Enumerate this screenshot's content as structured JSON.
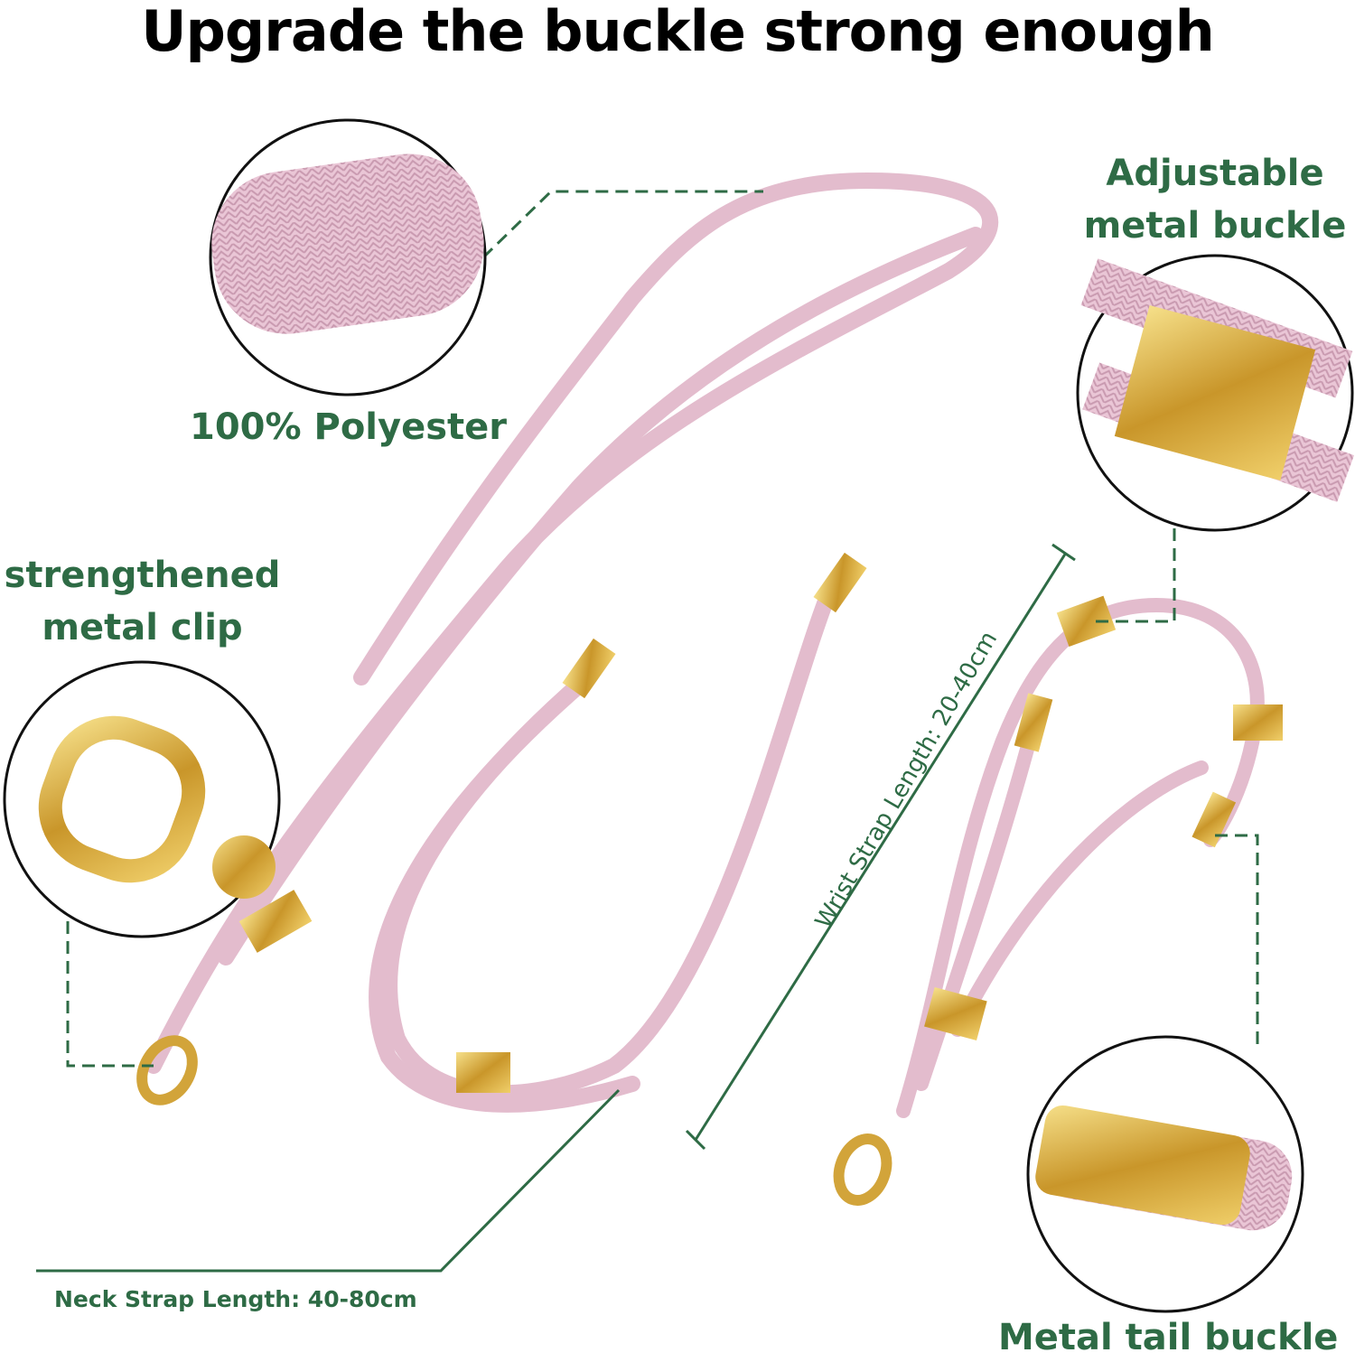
{
  "title": "Upgrade the buckle strong enough",
  "labels": {
    "adjustable_line1": "Adjustable",
    "adjustable_line2": "metal buckle",
    "polyester": "100% Polyester",
    "clip_line1": "strengthened",
    "clip_line2": "metal clip",
    "wrist_length": "Wrist Strap Length: 20-40cm",
    "neck_length": "Neck Strap Length: 40-80cm",
    "tail_buckle": "Metal tail buckle"
  },
  "colors": {
    "accent_green": "#2e6b45",
    "strap_pink": "#e6c0d2",
    "metal_gold": "#d4a73a"
  }
}
